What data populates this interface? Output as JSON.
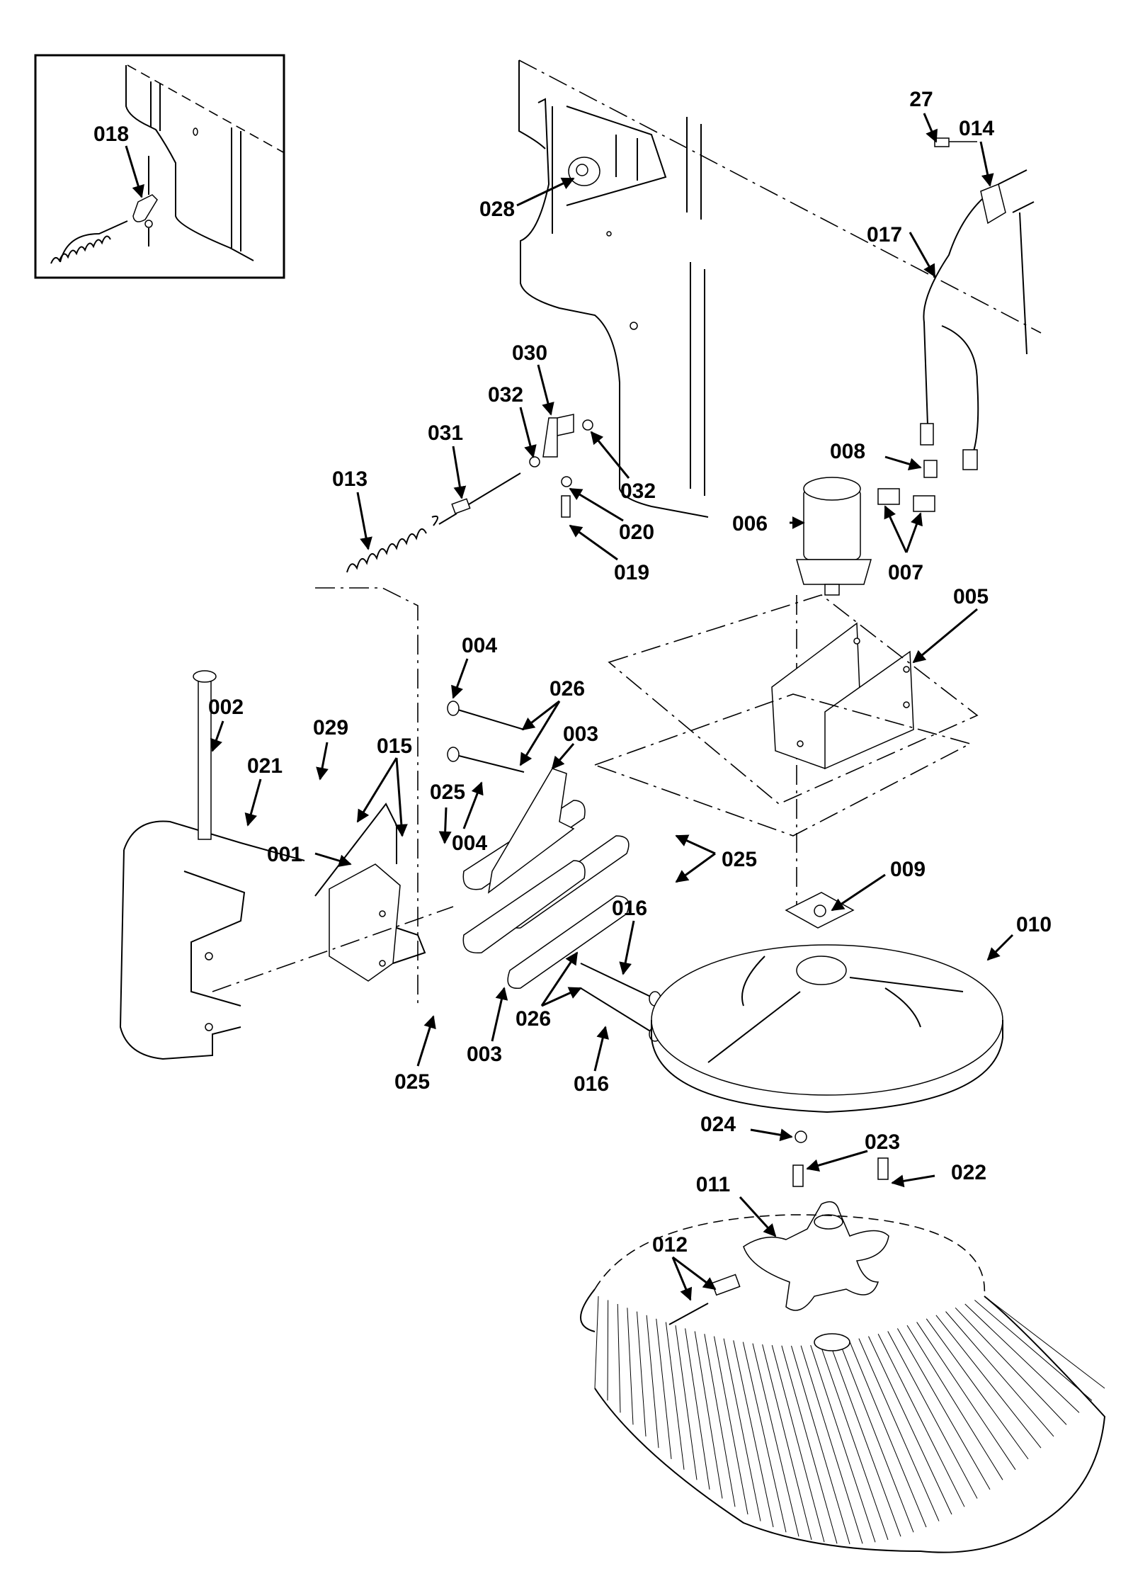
{
  "callouts": [
    "018",
    "028",
    "27",
    "014",
    "017",
    "030",
    "032",
    "031",
    "013",
    "032",
    "020",
    "019",
    "006",
    "008",
    "007",
    "005",
    "004",
    "026",
    "003",
    "002",
    "029",
    "015",
    "021",
    "025",
    "004",
    "001",
    "025",
    "009",
    "010",
    "016",
    "026",
    "003",
    "025",
    "016",
    "024",
    "023",
    "022",
    "011",
    "012"
  ]
}
